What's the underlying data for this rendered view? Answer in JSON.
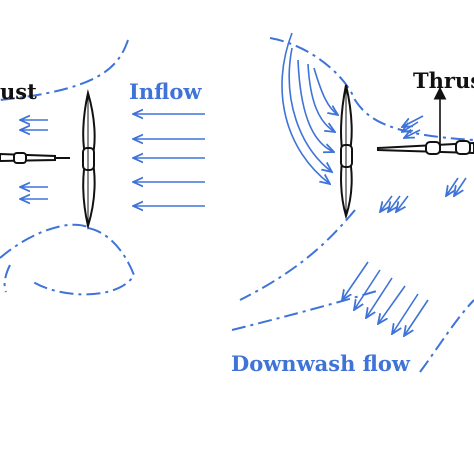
{
  "labels": {
    "thrust_left": "ust",
    "inflow": "Inflow",
    "thrust_right": "Thrus",
    "downwash": "Downwash flow"
  },
  "colors": {
    "flow": "#3f73d8",
    "ink": "#111111",
    "background": "#ffffff"
  }
}
